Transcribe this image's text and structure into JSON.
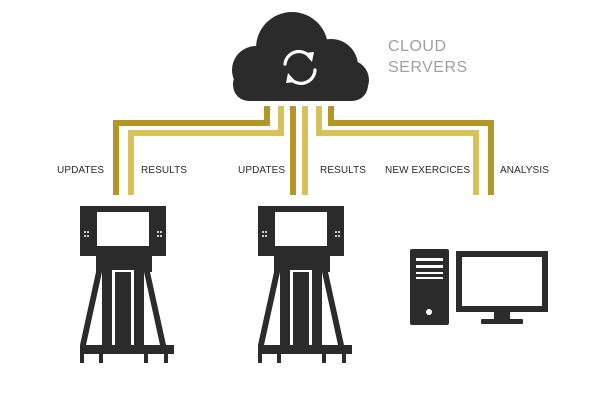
{
  "cloud": {
    "line1": "CLOUD",
    "line2": "SERVERS",
    "icon": "sync-icon"
  },
  "labels": {
    "updates_1": "UPDATES",
    "results_1": "RESULTS",
    "updates_2": "UPDATES",
    "results_2": "RESULTS",
    "new_exercises": "NEW EXERCICES",
    "analysis": "ANALYSIS"
  },
  "colors": {
    "dark": "#2b2b2b",
    "gold_dark": "#b59527",
    "gold_light": "#d8c15a",
    "text_muted": "#a0a0a0",
    "text": "#2a2a2a"
  },
  "devices": [
    "training-machine",
    "training-machine",
    "desktop-computer"
  ]
}
